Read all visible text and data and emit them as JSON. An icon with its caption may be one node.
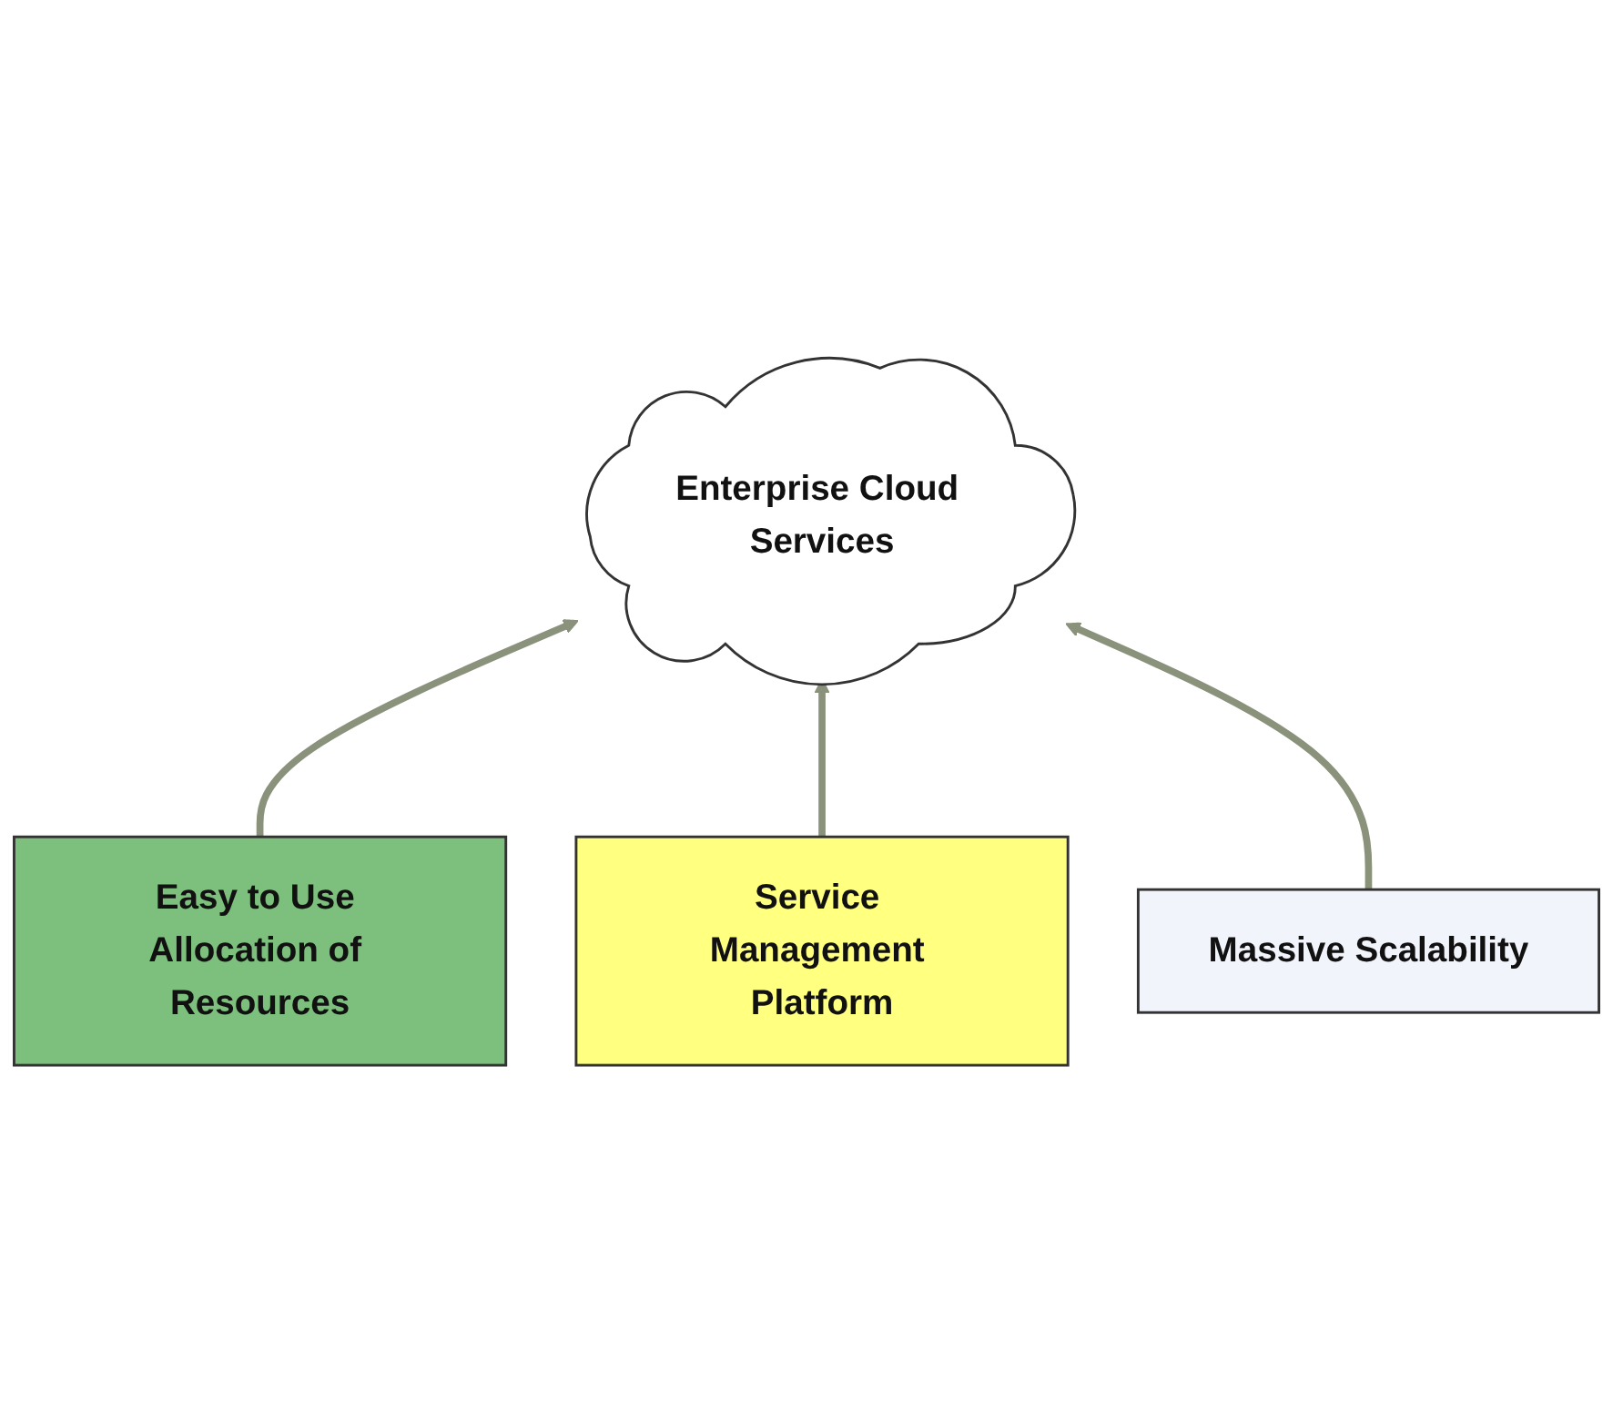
{
  "diagram": {
    "nodes": [
      {
        "text": [
          "Enterprise Cloud Services"
        ]
      },
      {
        "text": [
          "Easy to Use Allocation of Resources"
        ]
      },
      {
        "text": [
          "Service Management Platform"
        ]
      },
      {
        "text": [
          "Massive Scalability"
        ]
      }
    ],
    "edges": [
      {
        "from": 1,
        "to": 0,
        "arrow": "to"
      },
      {
        "from": 2,
        "to": 0,
        "arrow": "to"
      },
      {
        "from": 3,
        "to": 0,
        "arrow": "to"
      }
    ]
  }
}
